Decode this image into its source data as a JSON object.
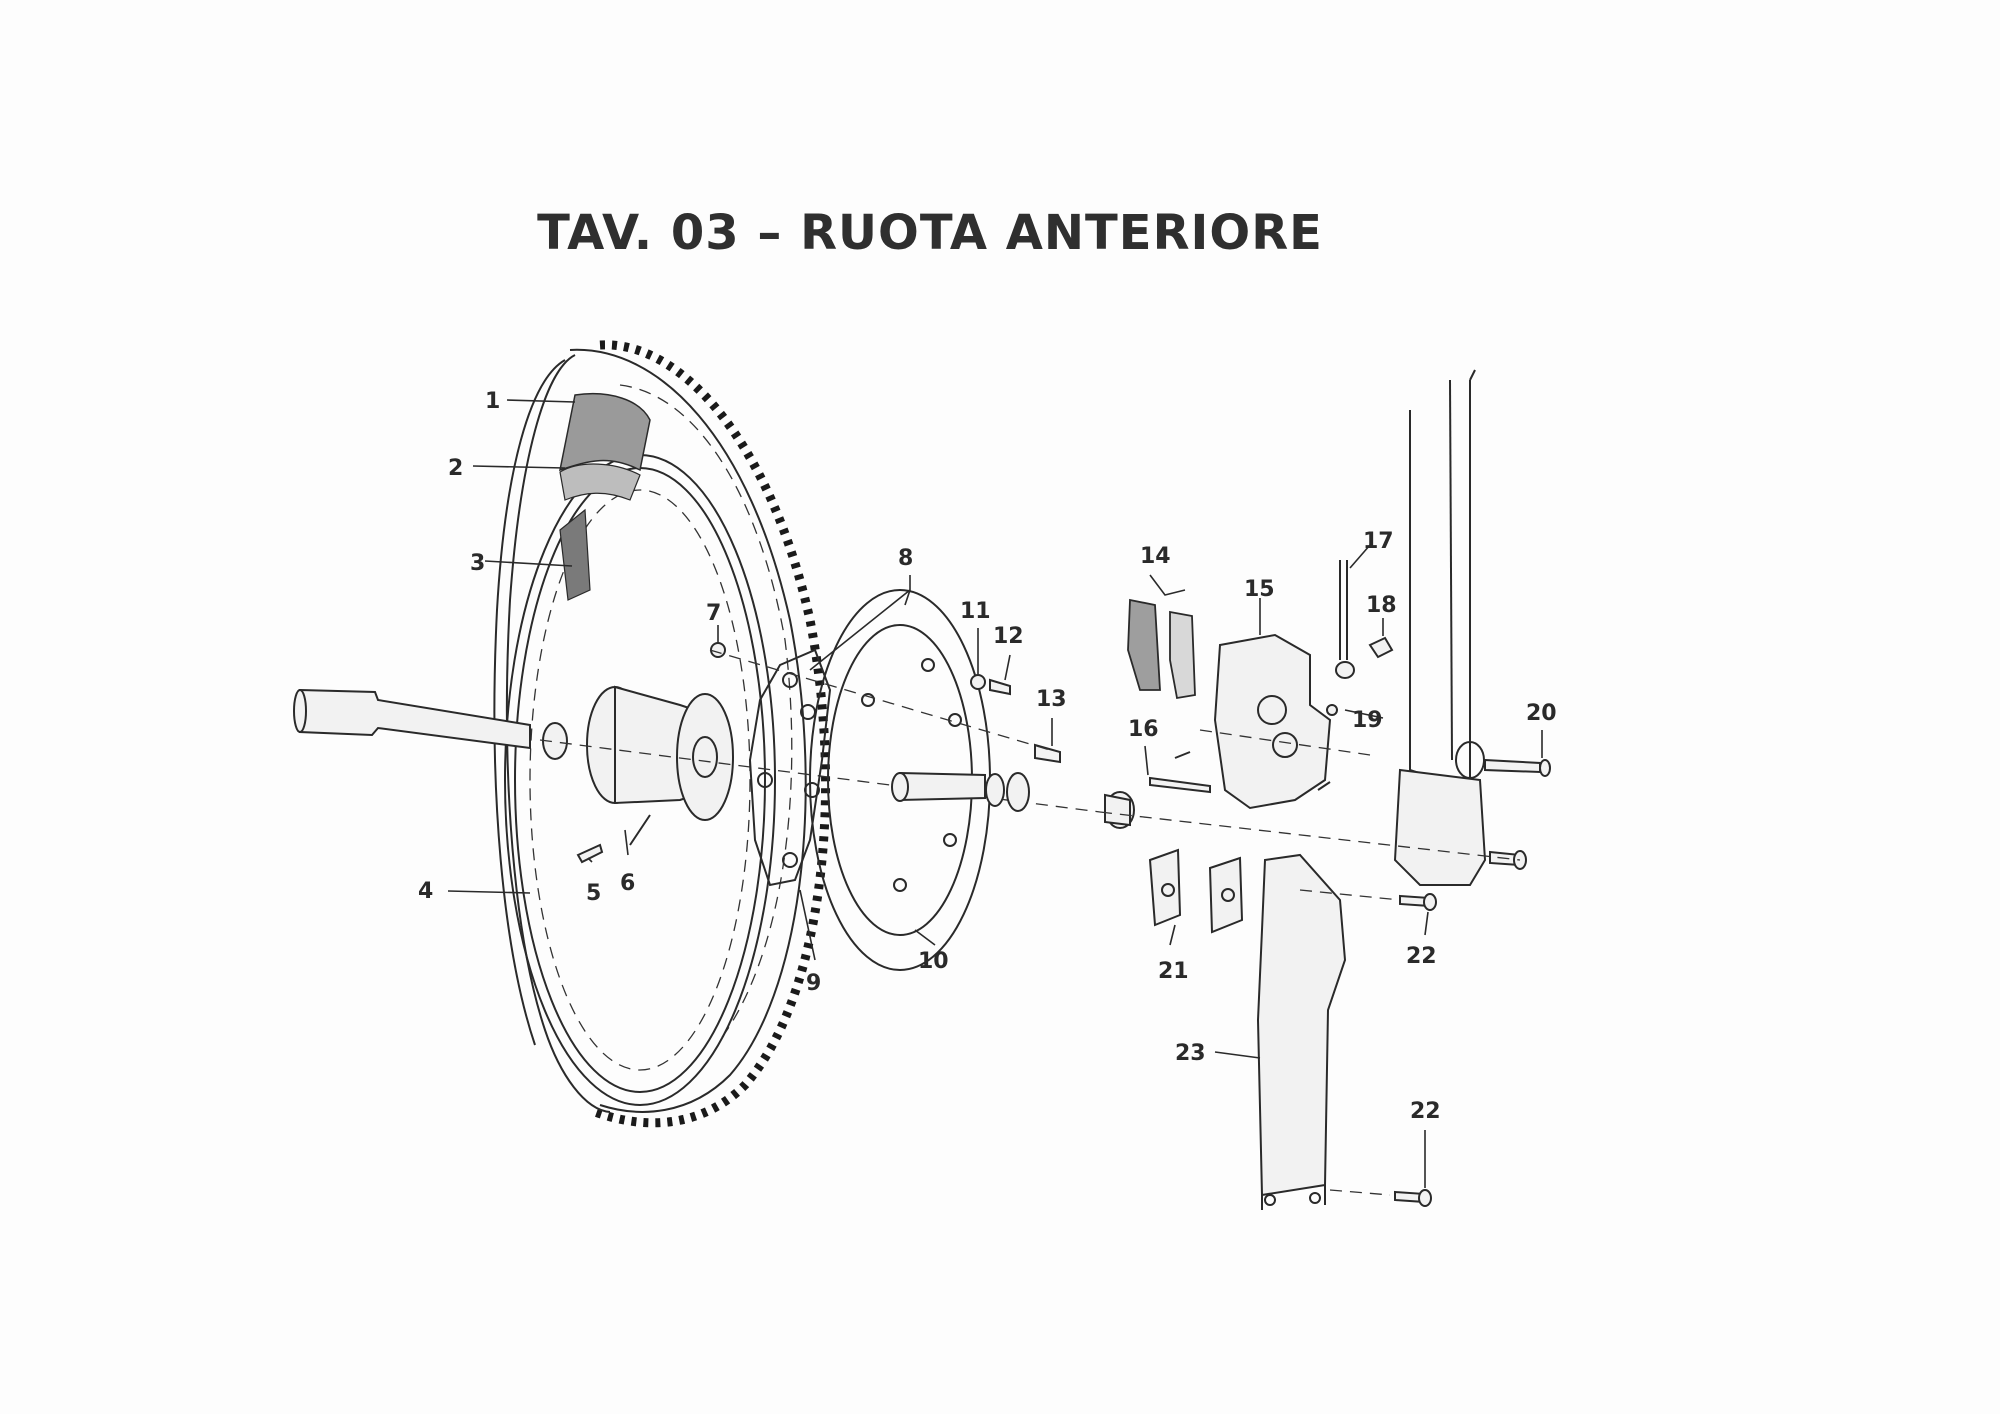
{
  "title": "TAV. 03 – RUOTA ANTERIORE",
  "callouts": [
    "1",
    "2",
    "3",
    "4",
    "5",
    "6",
    "7",
    "8",
    "9",
    "10",
    "11",
    "12",
    "13",
    "14",
    "15",
    "16",
    "17",
    "18",
    "19",
    "20",
    "21",
    "22",
    "22",
    "23"
  ]
}
